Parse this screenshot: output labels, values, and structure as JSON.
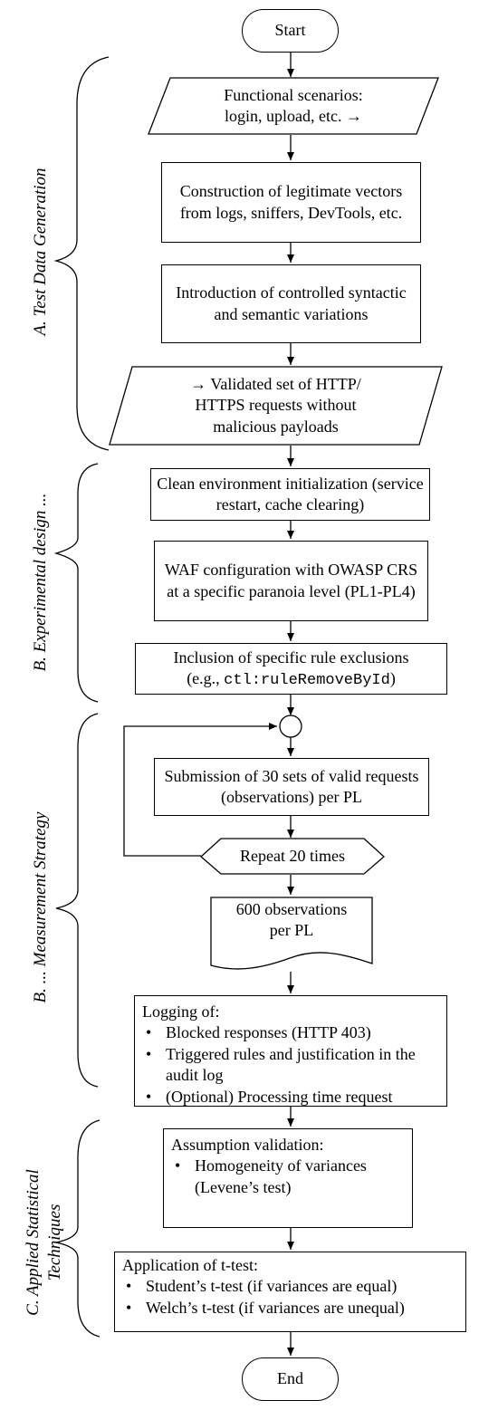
{
  "nodes": {
    "start": "Start",
    "functional_scenarios": "Functional scenarios:\nlogin, upload, etc. →",
    "construction": "Construction of legitimate vectors from logs, sniffers, DevTools, etc.",
    "introduction": "Introduction of controlled syntactic and semantic variations",
    "validated_set": "→ Validated  set of HTTP/\nHTTPS requests without\nmalicious payloads",
    "clean_env": "Clean environment initialization (service restart, cache clearing)",
    "waf_config": "WAF configuration with OWASP CRS at a specific paranoia level (PL1-PL4)",
    "inclusion_line1": "Inclusion of specific rule exclusions",
    "inclusion_prefix": "(e.g., ",
    "inclusion_code": "ctl:ruleRemoveById",
    "inclusion_suffix": ")",
    "submission": "Submission of 30 sets of valid requests (observations) per PL",
    "repeat": "Repeat 20 times",
    "observations": "600 observations\nper PL",
    "logging": {
      "title": "Logging of:",
      "items": [
        "Blocked responses (HTTP 403)",
        "Triggered rules and justification in the audit log",
        "(Optional) Processing time request"
      ]
    },
    "assumption": {
      "title": "Assumption validation:",
      "items": [
        "Homogeneity of variances (Levene’s test)"
      ]
    },
    "application": {
      "title": "Application of t-test:",
      "items": [
        "Student’s t-test (if variances are equal)",
        "Welch’s t-test (if variances are unequal)"
      ]
    },
    "end": "End"
  },
  "sections": {
    "a": "A. Test Data Generation",
    "b1": "B. Experimental design ...",
    "b2": "B. ... Measurement Strategy",
    "c": "C. Applied Statistical Techniques"
  }
}
